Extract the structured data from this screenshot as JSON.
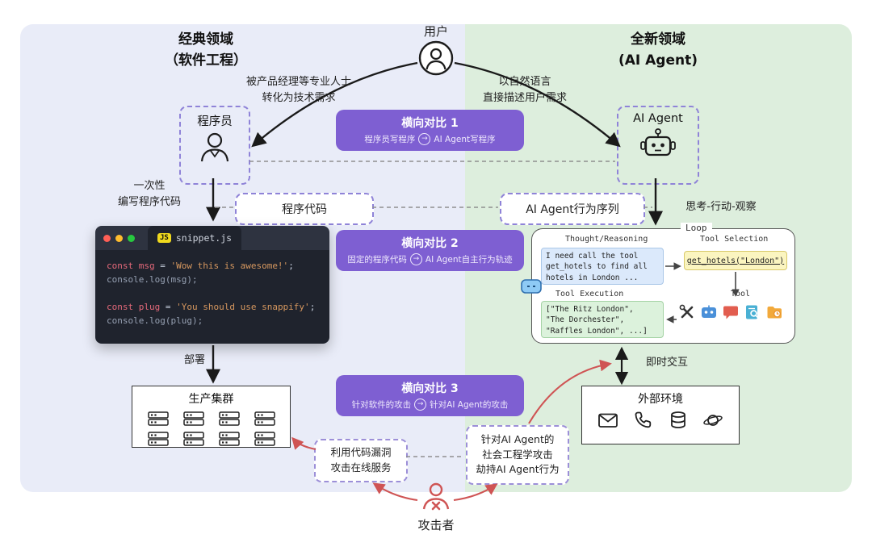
{
  "panels": {
    "left": {
      "title": "经典领域",
      "subtitle": "（软件工程）"
    },
    "right": {
      "title": "全新领域",
      "subtitle": "(AI Agent)"
    }
  },
  "user": {
    "label": "用户"
  },
  "annotations": {
    "left": "被产品经理等专业人士\n转化为技术需求",
    "right": "以自然语言\n直接描述用户需求"
  },
  "programmer": {
    "label": "程序员"
  },
  "agent": {
    "label": "AI Agent"
  },
  "misc": {
    "arrow": "→"
  },
  "comparisons": [
    {
      "title": "横向对比 1",
      "left": "程序员写程序",
      "right": "AI Agent写程序"
    },
    {
      "title": "横向对比 2",
      "left": "固定的程序代码",
      "right": "AI Agent自主行为轨迹"
    },
    {
      "title": "横向对比 3",
      "left": "针对软件的攻击",
      "right": "针对AI Agent的攻击"
    }
  ],
  "left_flow": {
    "write_once": "一次性\n编写程序代码",
    "program_code": "程序代码",
    "deploy": "部署",
    "cluster": "生产集群"
  },
  "right_flow": {
    "behavior_seq": "AI Agent行为序列",
    "tao": "思考-行动-观察",
    "realtime": "即时交互",
    "environment": "外部环境"
  },
  "editor": {
    "badge": "JS",
    "filename": "snippet.js",
    "lines": [
      [
        {
          "t": "const msg",
          "c": "kw"
        },
        {
          "t": " = ",
          "c": "op"
        },
        {
          "t": "'Wow this is awesome!'",
          "c": "str"
        },
        {
          "t": ";",
          "c": "op"
        }
      ],
      [
        {
          "t": "console.log(msg);",
          "c": "plain"
        }
      ],
      [],
      [
        {
          "t": "const plug",
          "c": "kw"
        },
        {
          "t": " = ",
          "c": "op"
        },
        {
          "t": "'You should use snappify'",
          "c": "str"
        },
        {
          "t": ";",
          "c": "op"
        }
      ],
      [
        {
          "t": "console.log(plug);",
          "c": "plain"
        }
      ]
    ]
  },
  "loop": {
    "label": "Loop",
    "thought_label": "Thought/Reasoning",
    "selection_label": "Tool Selection",
    "execution_label": "Tool Execution",
    "tool_label": "Tool",
    "thought": "I need call the tool\nget_hotels to find all\nhotels in London ...",
    "selection": "get_hotels(\"London\")",
    "execution": "[\"The Ritz London\",\n\"The Dorchester\",\n\"Raffles London\", ...]"
  },
  "attacks": {
    "attacker": "攻击者",
    "code_vuln": "利用代码漏洞\n攻击在线服务",
    "social": "针对AI Agent的\n社会工程学攻击\n劫持AI Agent行为"
  },
  "colors": {
    "panel_left": "#e9ecf8",
    "panel_right": "#ddeedd",
    "banner_purple": "#7e5fd2",
    "dashed_purple": "#8f83d8",
    "attack_red": "#cf5454",
    "editor_bg": "#1f232d"
  }
}
